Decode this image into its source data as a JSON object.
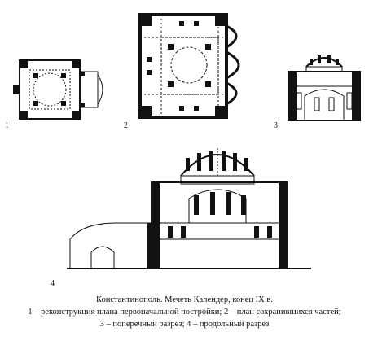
{
  "figures": [
    {
      "label": "1"
    },
    {
      "label": "2"
    },
    {
      "label": "3"
    },
    {
      "label": "4"
    }
  ],
  "caption": {
    "title": "Константинополь. Мечеть Календер, конец IX в.",
    "line2": "1 – реконструкция плана первоначальной постройки; 2 – план сохранившихся частей;",
    "line3": "3 – поперечный разрез; 4 – продольный разрез"
  }
}
